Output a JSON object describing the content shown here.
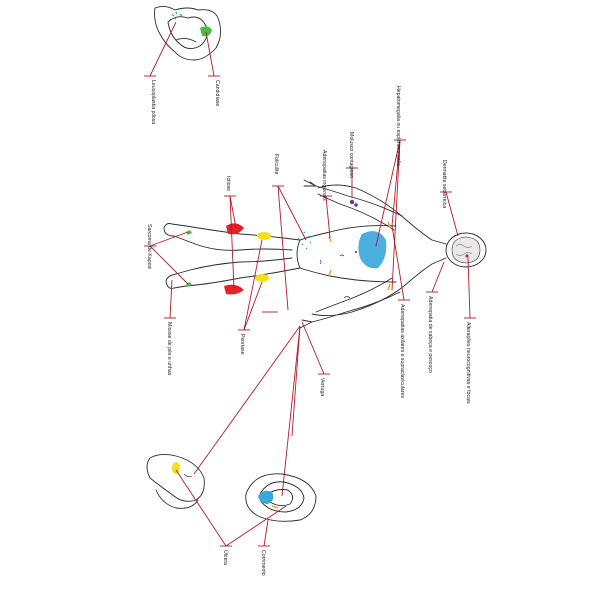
{
  "labels": {
    "leucoplasia": "Leucoplastia pilosa",
    "candidiase": "Candidíase",
    "dermatite": "Dermatite seborreica",
    "hepato": "Hepatomegalia ou esplenomegalia",
    "molusco": "Molusco contagioso",
    "adeno_ing": "Adenopatias inguinais",
    "foliculite": "Foliculite",
    "ictiose": "Ictiose",
    "kaposi": "Sarcoma de Kaposi",
    "micose": "Micose de pés e unhas",
    "psoriase": "Psoríase",
    "adeno_cab": "Adenopatia de cabeça e pescoço",
    "alteracoes": "Alterações neurocognitivas e focais",
    "adeno_ax": "Adenopatias axilares e supraclaviculares",
    "verruga": "Verruga",
    "ulcera": "Úlcera",
    "corrimento": "Corrimento"
  },
  "colors": {
    "leader": "#b31b2a",
    "outline": "#2b2b2b",
    "red_lesion": "#e0222b",
    "yellow_lesion": "#f4e01a",
    "blue_lesion": "#3ba7db",
    "green_lesion": "#4db848",
    "purple_lesion": "#5a3c9a",
    "orange_lesion": "#f0a22a"
  }
}
